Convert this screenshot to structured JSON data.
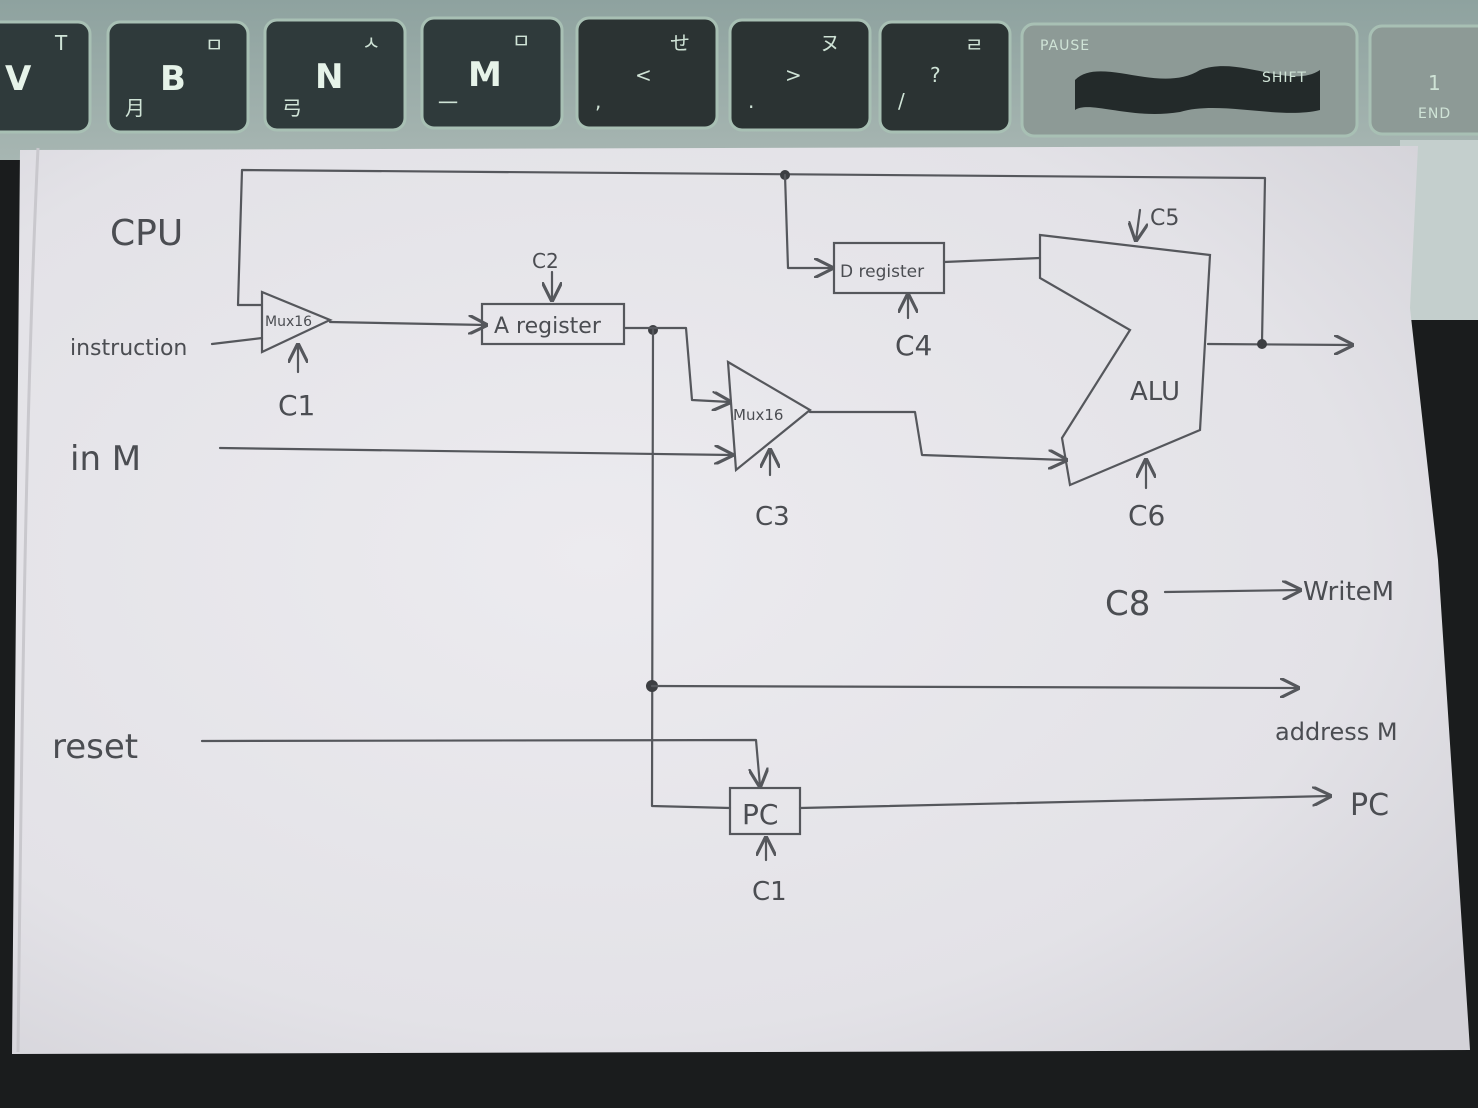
{
  "keyboard": {
    "keys": [
      {
        "label": "V",
        "sub": "T",
        "hangul": ""
      },
      {
        "label": "B",
        "sub": "ㅁ",
        "hangul": "月"
      },
      {
        "label": "N",
        "sub": "ㅅ",
        "hangul": "弓"
      },
      {
        "label": "M",
        "sub": "ㅁ",
        "hangul": "一"
      },
      {
        "label": "<",
        "sub": "せ",
        "hangul": ","
      },
      {
        "label": ">",
        "sub": "ヌ",
        "hangul": "."
      },
      {
        "label": "?",
        "sub": "ㄹ",
        "hangul": "/"
      },
      {
        "label": "SHIFT",
        "sub": "PAUSE",
        "hangul": ""
      },
      {
        "label": "1",
        "sub": "",
        "hangul": "END"
      }
    ]
  },
  "diagram": {
    "title": "CPU",
    "inputs": {
      "instruction": "instruction",
      "inM": "in M",
      "reset": "reset"
    },
    "outputs": {
      "writeM": "WriteM",
      "addressM": "address M",
      "pc": "PC"
    },
    "components": {
      "mux1": "Mux16",
      "mux2": "Mux16",
      "a_register": "A register",
      "d_register": "D register",
      "alu": "ALU",
      "pc": "PC"
    },
    "controls": {
      "c1_mux": "C1",
      "c2": "C2",
      "c3": "C3",
      "c4": "C4",
      "c5": "C5",
      "c6": "C6",
      "c8": "C8",
      "c1_pc": "C1"
    }
  }
}
